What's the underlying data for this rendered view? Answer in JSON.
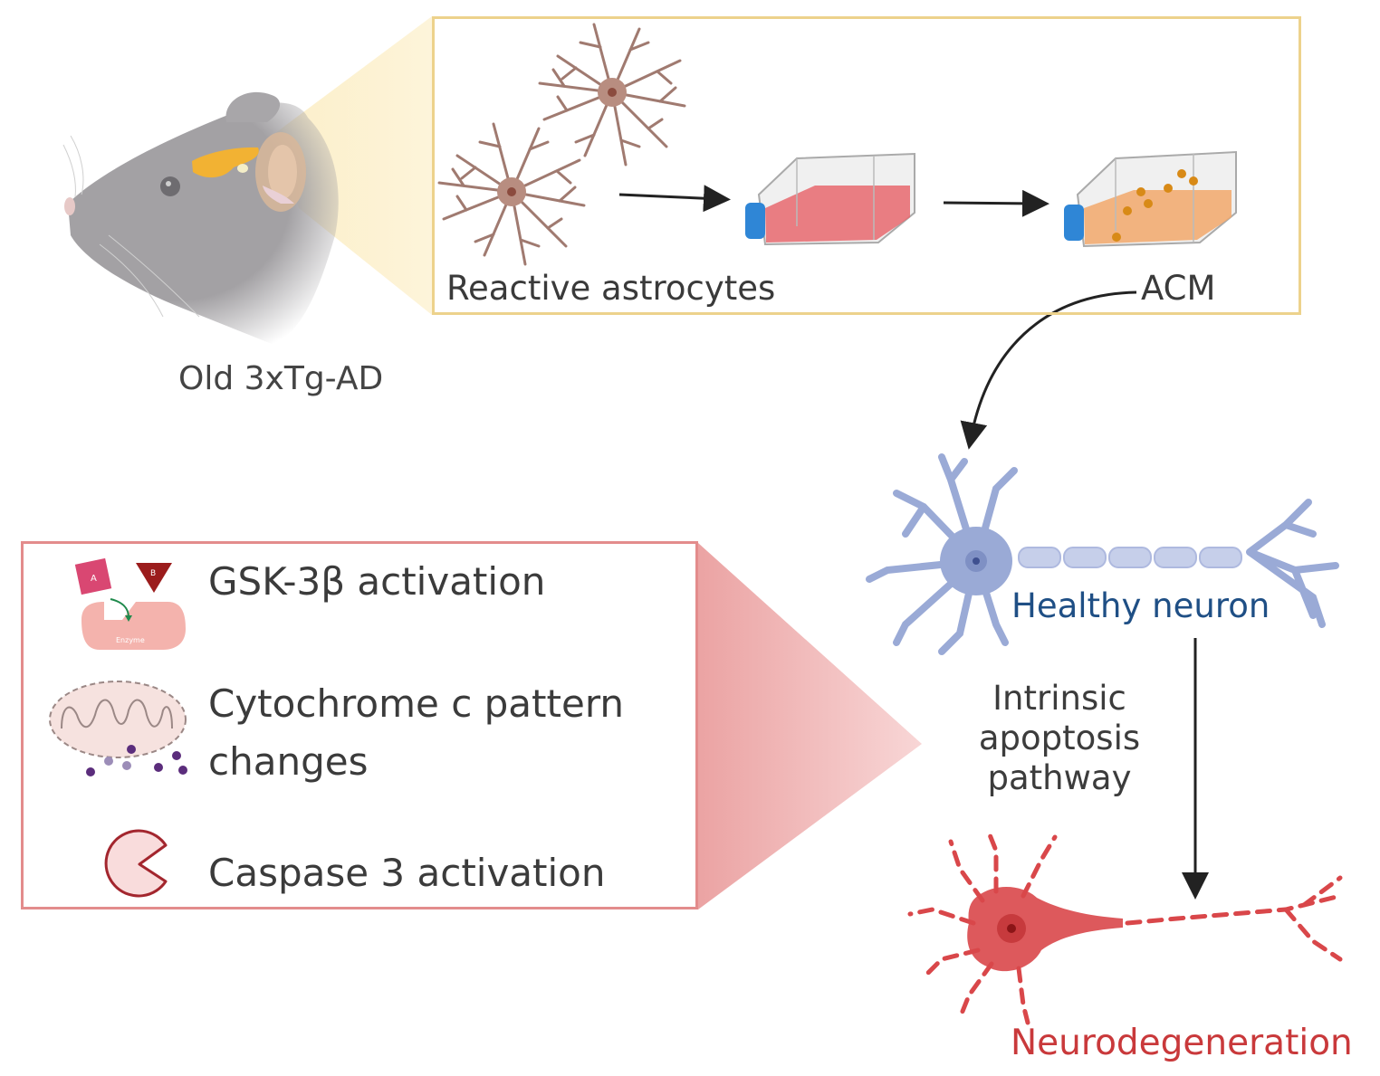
{
  "source_panel": {
    "mouse_label": "Old 3xTg-AD",
    "region_highlight_color": "#f2b233"
  },
  "culture_panel": {
    "astrocytes_label": "Reactive astrocytes",
    "acm_label": "ACM",
    "border_color": "#edd28c",
    "flask_media_color": "#e8686e",
    "acm_media_color": "#f2a86b",
    "cap_color": "#2f86d6"
  },
  "neurons": {
    "healthy_label": "Healthy neuron",
    "healthy_color": "#9aaad6",
    "pathway_label": "Intrinsic apoptosis pathway",
    "degenerated_label": "Neurodegeneration",
    "degenerated_color": "#d9474a"
  },
  "mechanisms": {
    "border_color": "#e38c8c",
    "items": [
      {
        "label": "GSK-3β activation",
        "icon": "enzyme-icon"
      },
      {
        "label": "Cytochrome c pattern changes",
        "line1": "Cytochrome c pattern",
        "line2": "changes",
        "icon": "mitochondrion-icon"
      },
      {
        "label": "Caspase 3 activation",
        "icon": "caspase-icon"
      }
    ],
    "enzyme_sub_a": "A",
    "enzyme_sub_b": "B",
    "enzyme_name": "Enzyme"
  }
}
